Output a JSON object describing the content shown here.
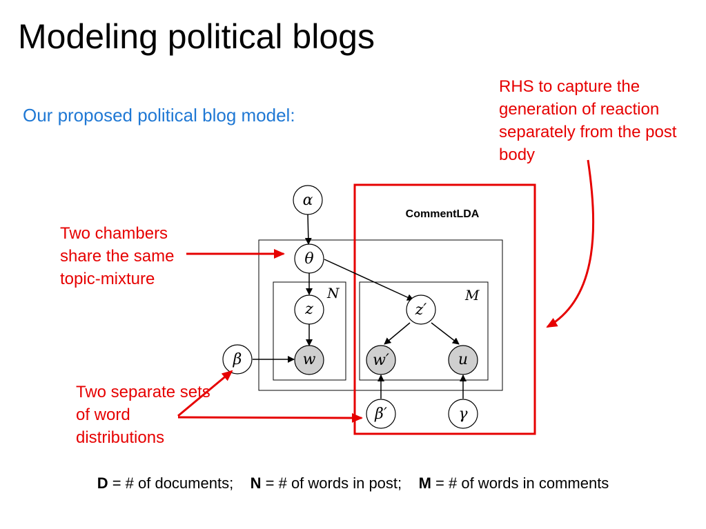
{
  "title": "Modeling political blogs",
  "subtitle": "Our proposed political blog model:",
  "model_label": "CommentLDA",
  "notes": {
    "rhs": "RHS to capture the generation of reaction separately from the post body",
    "chambers": "Two chambers share the same topic-mixture",
    "separate": "Two separate sets of word distributions"
  },
  "nodes": {
    "alpha": "α",
    "theta": "θ",
    "z": "z",
    "w": "w",
    "beta": "β",
    "z_prime": "z′",
    "w_prime": "w′",
    "u": "u",
    "beta_prime": "β′",
    "gamma": "γ"
  },
  "plates": {
    "N": "N",
    "M": "M"
  },
  "legend": {
    "d_key": "D",
    "d_text": " = # of documents;",
    "n_key": "N",
    "n_text": " = # of words in post;",
    "m_key": "M",
    "m_text": " = # of words in comments"
  },
  "colors": {
    "title": "#000000",
    "subtitle": "#1f78d4",
    "annotation": "#e60000",
    "observed_node": "#cfcfcf"
  }
}
